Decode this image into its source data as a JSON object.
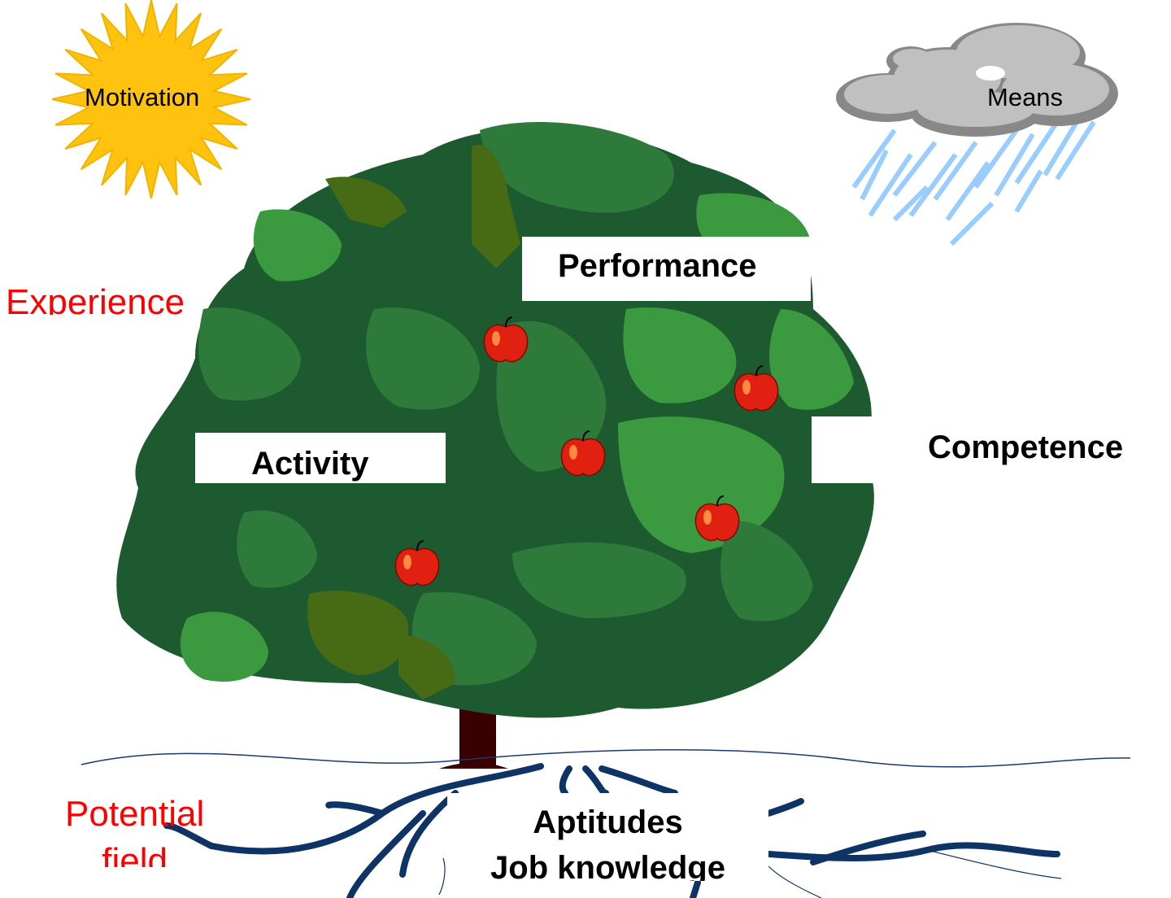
{
  "labels": {
    "motivation": "Motivation",
    "means": "Means",
    "experience": "Experience",
    "performance": "Performance",
    "activity": "Activity",
    "competence": "Competence",
    "potential_field": "Potential\nfield",
    "aptitudes": "Aptitudes",
    "job_knowledge": "Job knowledge"
  },
  "icons": {
    "sun": "sun-icon",
    "cloud": "rain-cloud-icon",
    "tree": "tree-icon",
    "apple": "apple-icon",
    "roots": "roots-icon",
    "ground": "ground-line"
  },
  "colors": {
    "sun": "#ffc20e",
    "sun_outline": "#f0b400",
    "cloud": "#c0c0c0",
    "cloud_shadow": "#888888",
    "rain": "#99ccff",
    "leaf_dark": "#1e5a30",
    "leaf_mid": "#2d7a3a",
    "leaf_light": "#3b9a3f",
    "leaf_olive": "#476b14",
    "trunk": "#3a0000",
    "apple": "#e02010",
    "roots": "#0e3465",
    "ground": "#1a3a6a",
    "red_label": "#ff0000"
  }
}
